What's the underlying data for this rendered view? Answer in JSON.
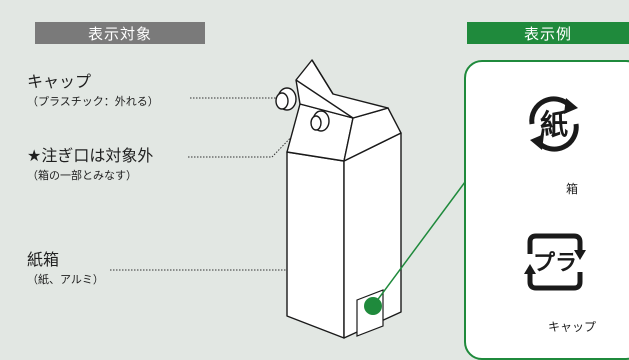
{
  "headers": {
    "target": "表示対象",
    "example": "表示例"
  },
  "labels": {
    "cap": {
      "main": "キャップ",
      "sub": "（プラスチック：外れる）"
    },
    "spout": {
      "main": "★注ぎ口は対象外",
      "sub": "（箱の一部とみなす）"
    },
    "box": {
      "main": "紙箱",
      "sub": "（紙、アルミ）"
    }
  },
  "examples": {
    "paper": {
      "mark_text": "紙",
      "caption": "箱",
      "icon": "paper-recycling-mark-icon"
    },
    "plastic": {
      "mark_text": "プラ",
      "caption": "キャップ",
      "icon": "plastic-recycling-mark-icon"
    }
  },
  "colors": {
    "accent_green": "#1f8a3c",
    "header_gray": "#7a7a7a",
    "background": "#e2e7e3"
  }
}
